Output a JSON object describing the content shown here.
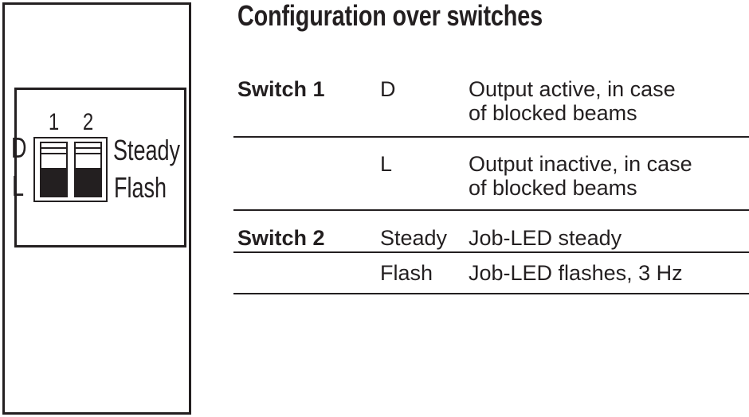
{
  "colors": {
    "ink": "#231f20",
    "background": "#ffffff"
  },
  "diagram": {
    "switch_numbers": [
      "1",
      "2"
    ],
    "left_labels": [
      "D",
      "L"
    ],
    "right_labels": [
      "Steady",
      "Flash"
    ],
    "switch_states": [
      "down",
      "down"
    ]
  },
  "content": {
    "title": "Configuration over switches",
    "table": {
      "rows": [
        {
          "switch": "Switch 1",
          "value": "D",
          "description": "Output active, in case\nof blocked beams"
        },
        {
          "switch": "",
          "value": "L",
          "description": "Output inactive, in case\nof blocked beams"
        },
        {
          "switch": "Switch 2",
          "value": "Steady",
          "description": "Job-LED steady"
        },
        {
          "switch": "",
          "value": "Flash",
          "description": "Job-LED flashes, 3 Hz"
        }
      ]
    }
  }
}
